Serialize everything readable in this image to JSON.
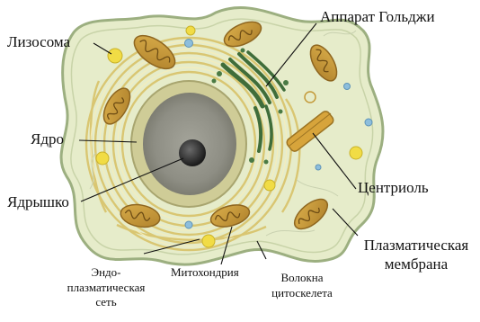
{
  "labels": {
    "lysosome": "Лизосома",
    "golgi": "Аппарат Гольджи",
    "nucleus": "Ядро",
    "nucleolus": "Ядрышко",
    "centriole": "Центриоль",
    "membrane_line1": "Плазматическая",
    "membrane_line2": "мембрана",
    "er_line1": "Эндо-",
    "er_line2": "плазматическая",
    "er_line3": "сеть",
    "mito": "Митохондрия",
    "cyto_line1": "Волокна",
    "cyto_line2": "цитоскелета"
  },
  "colors": {
    "cytoplasm": "#e9efcf",
    "membrane": "#a9b78d",
    "er": "#f2e6a6",
    "nucleus_outer": "#d6d3a0",
    "nucleus_inner": "#9a9a90",
    "nucleolus": "#2f2f2f",
    "mitochondrion": "#c89b3c",
    "golgi": "#3d6b3a",
    "lysosome": "#f3e048",
    "vesicle": "#86b8d8",
    "leader": "#111111"
  }
}
